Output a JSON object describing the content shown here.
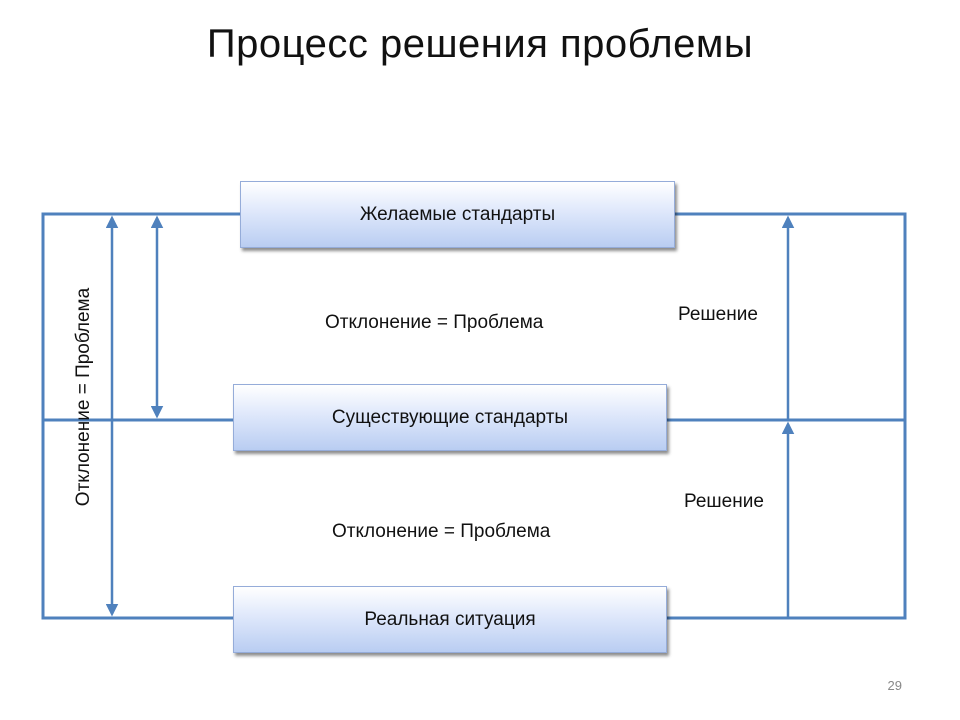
{
  "title": "Процесс решения проблемы",
  "boxes": {
    "desired": "Желаемые стандарты",
    "existing": "Существующие стандарты",
    "real": "Реальная ситуация"
  },
  "labels": {
    "deviation_top": "Отклонение = Проблема",
    "deviation_bottom": "Отклонение = Проблема",
    "deviation_vertical": "Отклонение = Проблема",
    "solution_top": "Решение",
    "solution_bottom": "Решение"
  },
  "page_number": "29",
  "colors": {
    "line": "#4f81bd",
    "box_border": "#95acd9",
    "box_gradient_top": "#ffffff",
    "box_gradient_bottom": "#b9cdf2"
  }
}
